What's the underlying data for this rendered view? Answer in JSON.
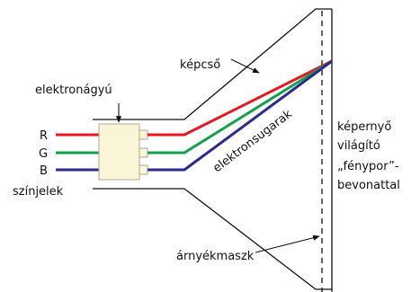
{
  "labels": {
    "tube": "képcső",
    "gun": "elektronágyú",
    "signal_r": "R",
    "signal_g": "G",
    "signal_b": "B",
    "signals": "színjelek",
    "beams": "elektronsugarak",
    "screen_lines": [
      "képernyő",
      "világító",
      "„fénypor”-",
      "bevonattal"
    ],
    "mask": "árnyékmaszk"
  },
  "colors": {
    "red": "#e8161f",
    "green": "#12a14b",
    "blue": "#2a2a92",
    "outline": "#111111",
    "gun_body": "#fbf5d7",
    "gun_border": "#b2a88e"
  }
}
